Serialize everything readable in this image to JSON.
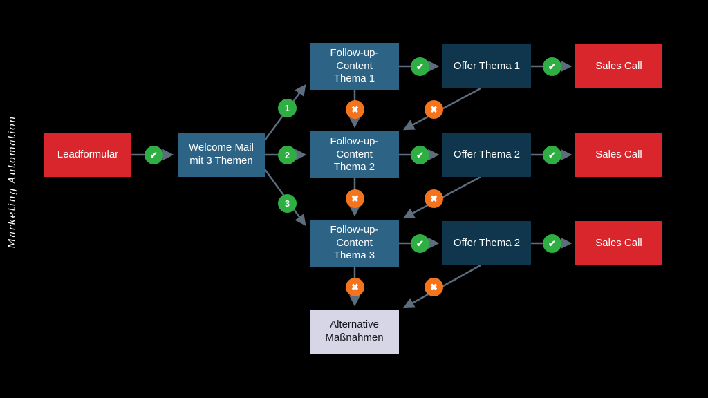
{
  "watermark": {
    "text": "Marketing Automation"
  },
  "glyphs": {
    "check": "✔",
    "cross": "✖"
  },
  "branch_numbers": [
    "1",
    "2",
    "3"
  ],
  "nodes": {
    "lead": {
      "label": "Leadformular"
    },
    "welcome": {
      "label": "Welcome Mail\nmit 3 Themen"
    },
    "followup1": {
      "label": "Follow-up-\nContent\nThema 1"
    },
    "followup2": {
      "label": "Follow-up-\nContent\nThema 2"
    },
    "followup3": {
      "label": "Follow-up-\nContent\nThema 3"
    },
    "offer1": {
      "label": "Offer Thema 1"
    },
    "offer2": {
      "label": "Offer Thema 2"
    },
    "offer3": {
      "label": "Offer Thema 2"
    },
    "sales1": {
      "label": "Sales Call"
    },
    "sales2": {
      "label": "Sales Call"
    },
    "sales3": {
      "label": "Sales Call"
    },
    "alternative": {
      "label": "Alternative\nMaßnahmen"
    }
  },
  "colors": {
    "red_box": "#d9262c",
    "steel_blue_box": "#2d6486",
    "navy_box": "#10364d",
    "lavender_box": "#d6d6e6",
    "success_green": "#2fae43",
    "fail_orange": "#f4731d",
    "arrow": "#5d6d7e",
    "background": "#000000"
  }
}
